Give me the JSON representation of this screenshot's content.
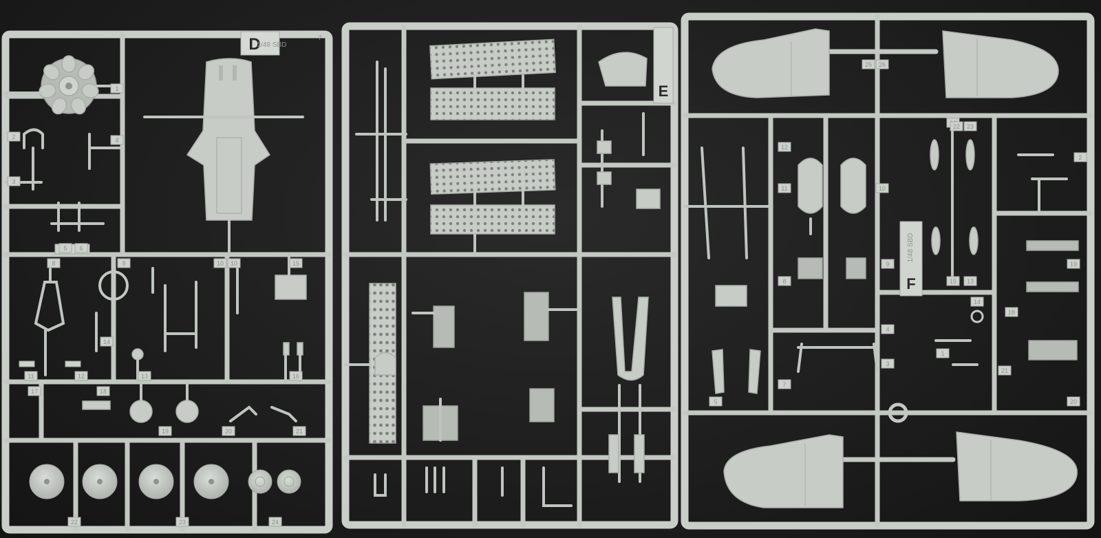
{
  "photo": {
    "subject": "",
    "background_color": "#1e1e1e",
    "plastic_color": "#c7ccc7"
  },
  "sprues": [
    {
      "letter": "D",
      "scale_text": "1/48 SBD",
      "corner_number": "7"
    },
    {
      "letter": "E",
      "scale_text": "",
      "corner_number": ""
    },
    {
      "letter": "F",
      "scale_text": "1/48 SBD",
      "corner_number": ""
    }
  ],
  "part_numbers": {
    "d": [
      "1",
      "2",
      "3",
      "4",
      "5",
      "6",
      "8",
      "9",
      "10",
      "10",
      "11",
      "12",
      "13",
      "14",
      "15",
      "16",
      "17",
      "18",
      "19",
      "20",
      "21",
      "22",
      "23",
      "24"
    ],
    "f": [
      "25",
      "26",
      "12",
      "11",
      "10",
      "9",
      "8",
      "7",
      "5",
      "4",
      "3",
      "2",
      "1",
      "16",
      "15",
      "13",
      "14",
      "18",
      "19",
      "20",
      "21",
      "22",
      "23"
    ]
  }
}
